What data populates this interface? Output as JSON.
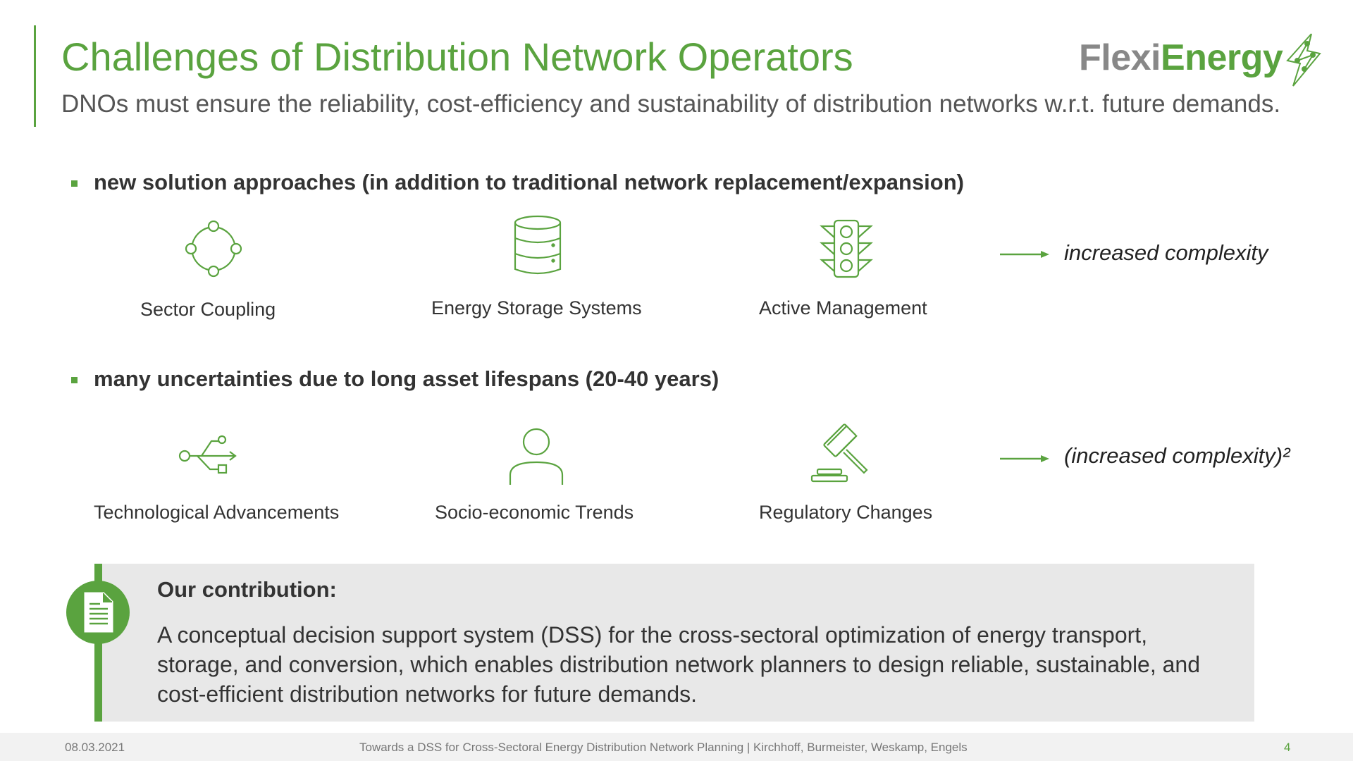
{
  "slide": {
    "title": "Challenges of Distribution Network Operators",
    "subtitle": "DNOs must ensure the reliability, cost-efficiency and sustainability of distribution networks w.r.t. future demands."
  },
  "logo": {
    "part1": "Flexi",
    "part2": "Energy"
  },
  "section1": {
    "heading": "new solution approaches (in addition to traditional network replacement/expansion)",
    "items": [
      {
        "label": "Sector Coupling",
        "icon": "sector-coupling-icon"
      },
      {
        "label": "Energy Storage Systems",
        "icon": "database-icon"
      },
      {
        "label": "Active Management",
        "icon": "traffic-light-icon"
      }
    ],
    "result": "increased complexity"
  },
  "section2": {
    "heading": "many uncertainties due to long asset lifespans (20-40 years)",
    "items": [
      {
        "label": "Technological Advancements",
        "icon": "usb-icon"
      },
      {
        "label": "Socio-economic Trends",
        "icon": "person-icon"
      },
      {
        "label": "Regulatory Changes",
        "icon": "gavel-icon"
      }
    ],
    "result": "(increased complexity)²"
  },
  "contribution": {
    "title": "Our contribution:",
    "body": "A conceptual decision support system (DSS) for the cross-sectoral optimization of energy transport, storage, and conversion, which enables distribution network planners to design reliable, sustainable, and cost-efficient distribution networks for future demands.",
    "icon": "document-icon"
  },
  "footer": {
    "date": "08.03.2021",
    "center": "Towards a DSS for Cross-Sectoral Energy Distribution Network Planning  |  Kirchhoff, Burmeister, Weskamp, Engels",
    "page": "4"
  },
  "colors": {
    "accent": "#5aa33f",
    "text": "#333333",
    "box": "#e8e8e8"
  }
}
